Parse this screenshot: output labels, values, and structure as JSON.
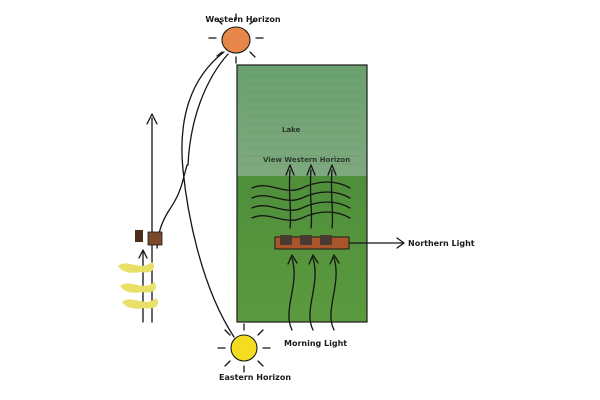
{
  "labels": {
    "western_horizon": "Western Horizon",
    "eastern_horizon": "Eastern Horizon",
    "lake": "Lake",
    "view_western_horizon": "View Western Horizon",
    "northern_light": "Northern Light",
    "morning_light": "Morning Light"
  },
  "colors": {
    "western_sun": "#e8874a",
    "eastern_sun": "#f5dc1e",
    "lake": "#5f9a64",
    "lake_upper": "#6aa56f",
    "meadow": "#4a8c35",
    "structure_roof": "#7a4a2a",
    "grass_tufts": "#e9e06a"
  }
}
